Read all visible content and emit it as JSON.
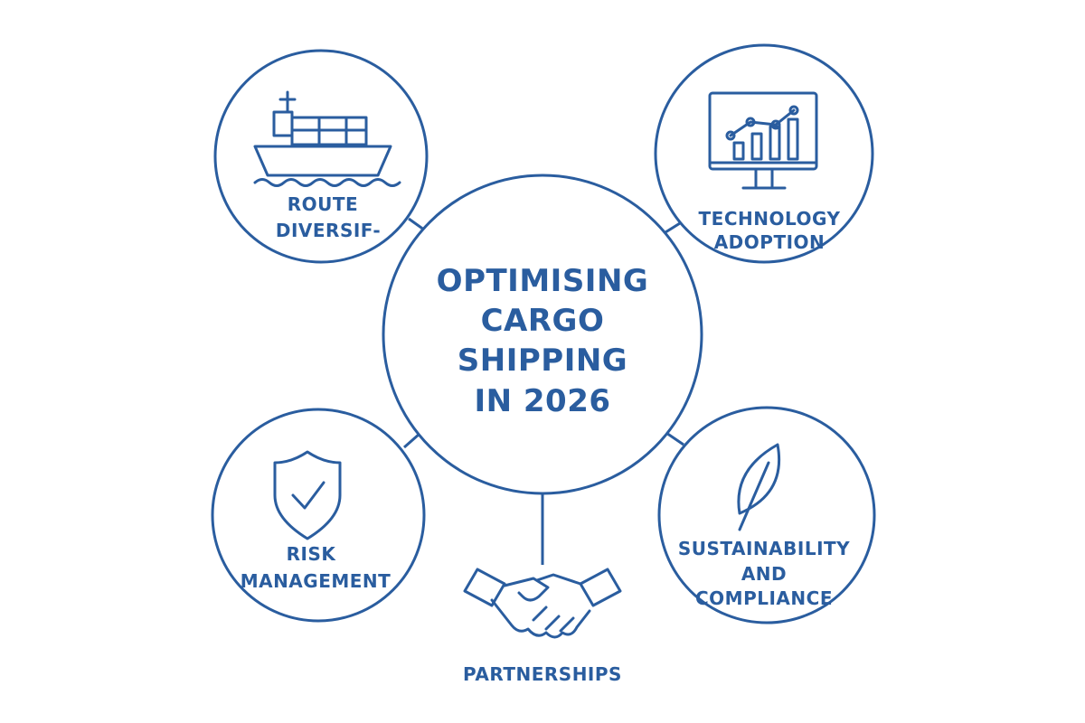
{
  "colors": {
    "accent": "#2a5d9f",
    "background": "#ffffff"
  },
  "center": {
    "lines": [
      "OPTIMISING",
      "CARGO",
      "SHIPPING",
      "IN 2026"
    ]
  },
  "nodes": {
    "route": {
      "icon": "cargo-ship-icon",
      "lines": [
        "ROUTE",
        "DIVERSIF-"
      ]
    },
    "technology": {
      "icon": "monitor-chart-icon",
      "lines": [
        "TECHNOLOGY",
        "ADOPTION"
      ]
    },
    "risk": {
      "icon": "shield-check-icon",
      "lines": [
        "RISK",
        "MANAGEMENT"
      ]
    },
    "partnerships": {
      "icon": "handshake-icon",
      "lines": [
        "PARTNERSHIPS"
      ]
    },
    "sustainability": {
      "icon": "leaf-icon",
      "lines": [
        "SUSTAINABILITY",
        "AND",
        "COMPLIANCE"
      ]
    }
  }
}
